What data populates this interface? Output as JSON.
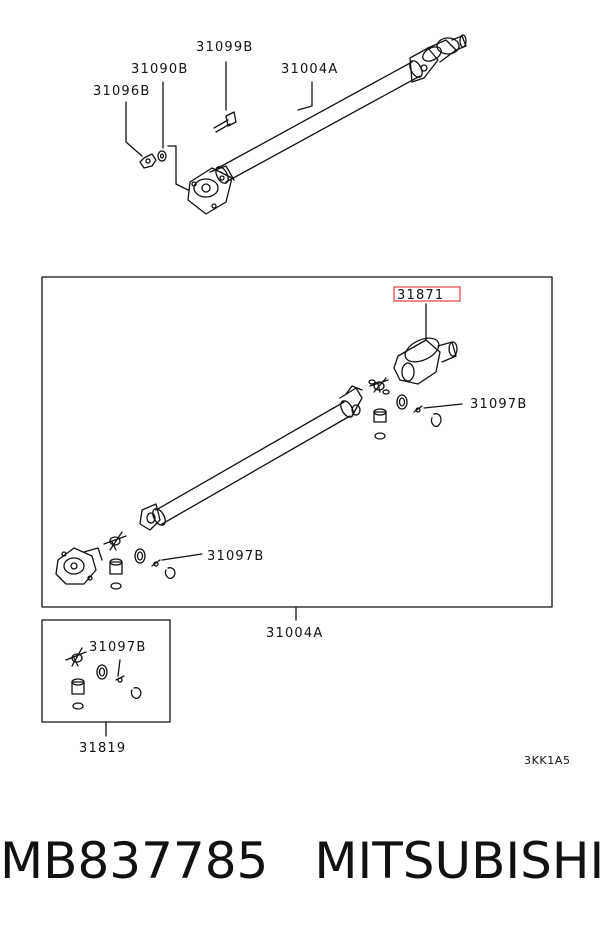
{
  "labels": {
    "l31099b": "31099B",
    "l31090b": "31090B",
    "l31004a_top": "31004A",
    "l31096b": "31096B",
    "l31871": "31871",
    "l31097b_right": "31097B",
    "l31097b_mid": "31097B",
    "l31004a_bottom": "31004A",
    "l31097b_kit": "31097B",
    "l31819": "31819"
  },
  "diagram_code": "3KK1A5",
  "caption": {
    "part_number": "MB837785",
    "brand": "MITSUBISHI"
  },
  "highlight_color": "#e04040"
}
